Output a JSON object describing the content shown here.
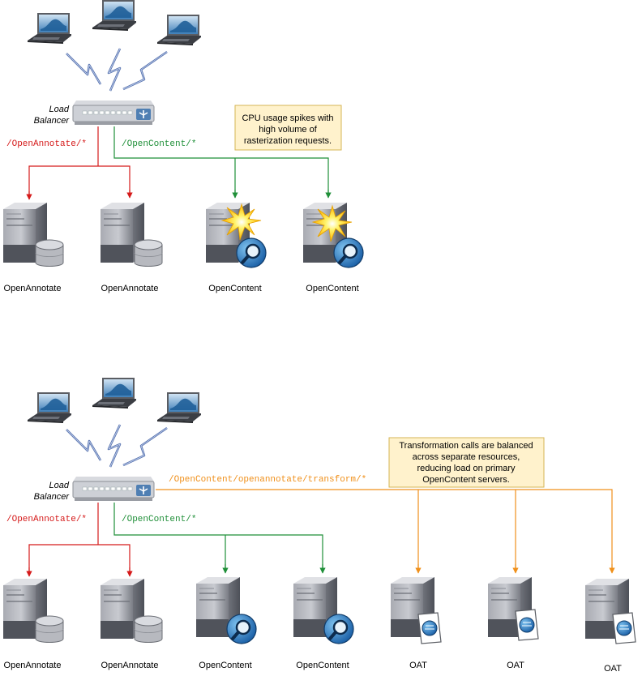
{
  "colors": {
    "red": "#d51a1a",
    "green": "#1f8f38",
    "orange": "#f0901b",
    "note_fill": "#fff2cc",
    "note_stroke": "#d6b656"
  },
  "top": {
    "lb_label": [
      "Load",
      "Balancer"
    ],
    "route_annotate": "/OpenAnnotate/*",
    "route_content": "/OpenContent/*",
    "note": [
      "CPU usage spikes with",
      "high volume of",
      "rasterization requests."
    ],
    "servers": [
      "OpenAnnotate",
      "OpenAnnotate",
      "OpenContent",
      "OpenContent"
    ]
  },
  "bottom": {
    "lb_label": [
      "Load",
      "Balancer"
    ],
    "route_annotate": "/OpenAnnotate/*",
    "route_content": "/OpenContent/*",
    "route_transform": "/OpenContent/openannotate/transform/*",
    "note": [
      "Transformation calls are balanced",
      "across separate resources,",
      "reducing load on primary",
      "OpenContent servers."
    ],
    "servers": [
      "OpenAnnotate",
      "OpenAnnotate",
      "OpenContent",
      "OpenContent",
      "OAT",
      "OAT",
      "OAT"
    ]
  },
  "icons": {
    "client": "laptop-icon",
    "lb": "load-balancer-icon",
    "db_server": "database-server-icon",
    "search_server": "search-server-icon",
    "spike": "cpu-spike-icon",
    "doc_server": "document-server-icon"
  }
}
